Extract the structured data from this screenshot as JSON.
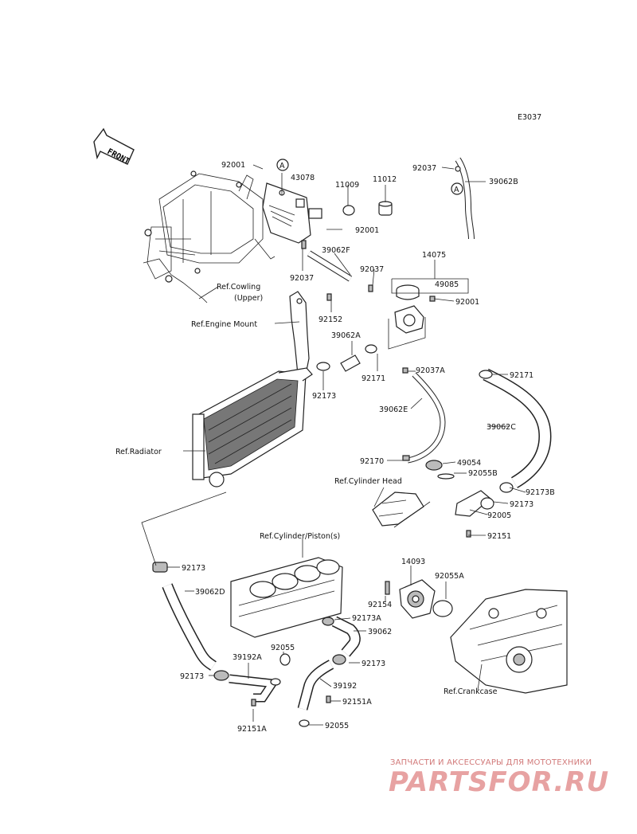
{
  "diagram": {
    "code": "E3037",
    "front_label": "FRONT",
    "callout_letter": "A",
    "parts": [
      {
        "id": "p92001a",
        "label": "92001"
      },
      {
        "id": "p43078",
        "label": "43078"
      },
      {
        "id": "p11009",
        "label": "11009"
      },
      {
        "id": "p11012",
        "label": "11012"
      },
      {
        "id": "p92001b",
        "label": "92001"
      },
      {
        "id": "p92037a",
        "label": "92037"
      },
      {
        "id": "p39062B",
        "label": "39062B"
      },
      {
        "id": "p39062F",
        "label": "39062F"
      },
      {
        "id": "p92037b",
        "label": "92037"
      },
      {
        "id": "p92037c",
        "label": "92037"
      },
      {
        "id": "p14075",
        "label": "14075"
      },
      {
        "id": "p49085",
        "label": "49085"
      },
      {
        "id": "p92001c",
        "label": "92001"
      },
      {
        "id": "p92152",
        "label": "92152"
      },
      {
        "id": "p39062A",
        "label": "39062A"
      },
      {
        "id": "p92171a",
        "label": "92171"
      },
      {
        "id": "p92037A",
        "label": "92037A"
      },
      {
        "id": "p92171b",
        "label": "92171"
      },
      {
        "id": "p92173a",
        "label": "92173"
      },
      {
        "id": "p39062E",
        "label": "39062E"
      },
      {
        "id": "p39062C",
        "label": "39062C"
      },
      {
        "id": "p92170",
        "label": "92170"
      },
      {
        "id": "p49054",
        "label": "49054"
      },
      {
        "id": "p92055B",
        "label": "92055B"
      },
      {
        "id": "p92173B",
        "label": "92173B"
      },
      {
        "id": "p92173b",
        "label": "92173"
      },
      {
        "id": "p92005",
        "label": "92005"
      },
      {
        "id": "p92151a",
        "label": "92151"
      },
      {
        "id": "p92173c",
        "label": "92173"
      },
      {
        "id": "p39062D",
        "label": "39062D"
      },
      {
        "id": "p14093",
        "label": "14093"
      },
      {
        "id": "p92055A",
        "label": "92055A"
      },
      {
        "id": "p92154",
        "label": "92154"
      },
      {
        "id": "p92173A",
        "label": "92173A"
      },
      {
        "id": "p39062",
        "label": "39062"
      },
      {
        "id": "p39192A",
        "label": "39192A"
      },
      {
        "id": "p92055a",
        "label": "92055"
      },
      {
        "id": "p92173d",
        "label": "92173"
      },
      {
        "id": "p92173e",
        "label": "92173"
      },
      {
        "id": "p39192",
        "label": "39192"
      },
      {
        "id": "p92151A1",
        "label": "92151A"
      },
      {
        "id": "p92151A2",
        "label": "92151A"
      },
      {
        "id": "p92055b",
        "label": "92055"
      }
    ],
    "refs": [
      {
        "id": "cowl1",
        "label": "Ref.Cowling"
      },
      {
        "id": "cowl2",
        "label": "(Upper)"
      },
      {
        "id": "engmount",
        "label": "Ref.Engine Mount"
      },
      {
        "id": "radiator",
        "label": "Ref.Radiator"
      },
      {
        "id": "cylhead",
        "label": "Ref.Cylinder Head"
      },
      {
        "id": "cylpiston",
        "label": "Ref.Cylinder/Piston(s)"
      },
      {
        "id": "crankcase",
        "label": "Ref.Crankcase"
      }
    ]
  },
  "watermark": {
    "subtitle": "ЗАПЧАСТИ И АКСЕССУАРЫ ДЛЯ МОТОТЕХНИКИ",
    "brand": "PARTSFOR.RU"
  }
}
